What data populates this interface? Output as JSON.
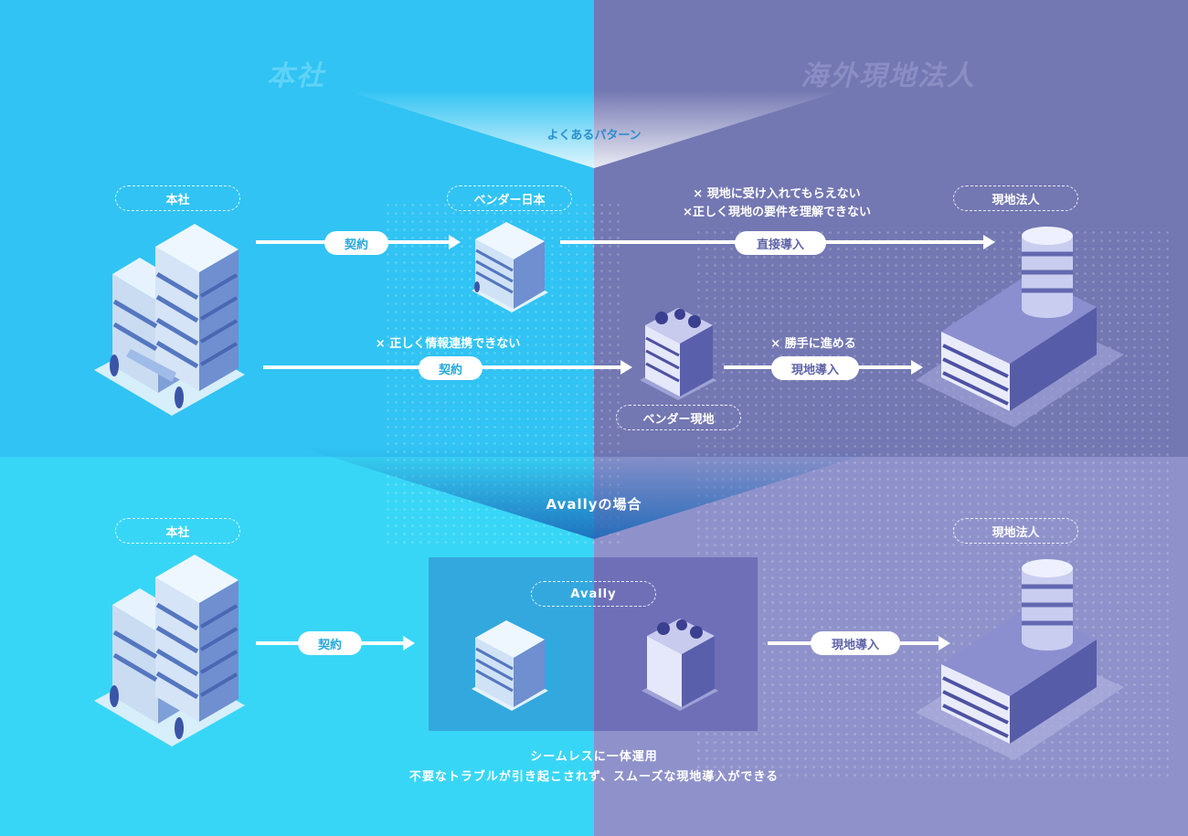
{
  "titles": {
    "hq": "本社",
    "overseas": "海外現地法人"
  },
  "pattern": {
    "common": "よくあるパターン",
    "avally": "Avallyの場合"
  },
  "nodes": {
    "hq_top": "本社",
    "vendor_japan": "ベンダー日本",
    "local_corp_top": "現地法人",
    "vendor_local": "ベンダー現地",
    "hq_bottom": "本社",
    "avally": "Avally",
    "local_corp_bottom": "現地法人"
  },
  "labels": {
    "contract1": "契約",
    "direct_intro": "直接導入",
    "contract2": "契約",
    "local_intro1": "現地導入",
    "contract3": "契約",
    "local_intro2": "現地導入"
  },
  "notes": {
    "direct_issue1": "× 現地に受け入れてもらえない",
    "direct_issue2": "×正しく現地の要件を理解できない",
    "info_issue": "× 正しく情報連携できない",
    "self_issue": "× 勝手に進める"
  },
  "caption": {
    "line1": "シームレスに一体運用",
    "line2": "不要なトラブルが引き起こされず、スムーズな現地導入ができる"
  },
  "colors": {
    "left_bg": "#30c3f3",
    "right_bg": "#7377b2",
    "tag_text_left": "#23a8dc",
    "tag_text_right": "#5d62a8"
  }
}
